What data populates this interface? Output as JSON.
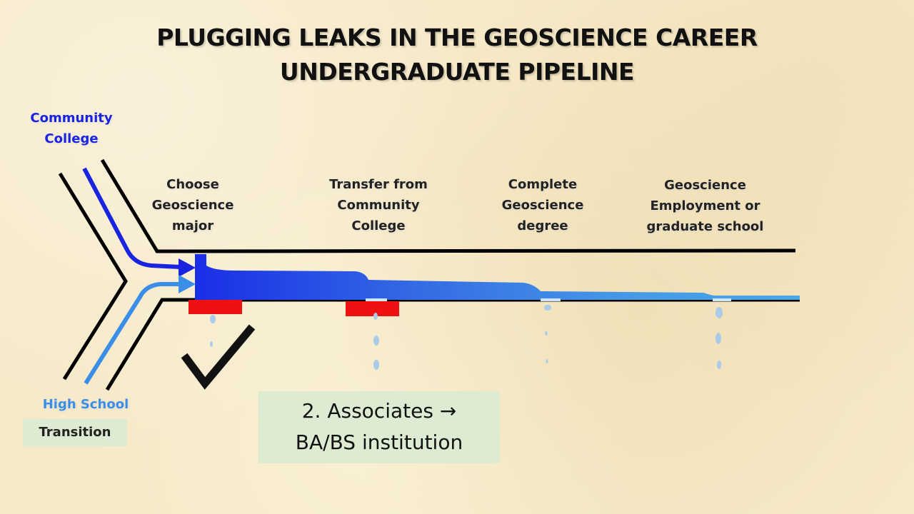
{
  "title": {
    "line1": "PLUGGING LEAKS IN THE GEOSCIENCE CAREER",
    "line2": "UNDERGRADUATE PIPELINE"
  },
  "inputs": {
    "community_college": {
      "line1": "Community",
      "line2": "College",
      "color": "#1a24e0"
    },
    "high_school": {
      "label": "High School",
      "color": "#3a8ee8"
    }
  },
  "stages": [
    {
      "lines": [
        "Choose",
        "Geoscience",
        "major"
      ]
    },
    {
      "lines": [
        "Transfer from",
        "Community",
        "College"
      ]
    },
    {
      "lines": [
        "Complete",
        "Geoscience",
        "degree"
      ]
    },
    {
      "lines": [
        "Geoscience",
        "Employment or",
        "graduate school"
      ]
    }
  ],
  "transition_label": "Transition",
  "callout": {
    "line1": "2. Associates →",
    "line2": "BA/BS institution"
  },
  "colors": {
    "plug": "#ee1111",
    "pipe_wall": "#000000",
    "flow_dark": "#1a2ee6",
    "flow_light": "#49a8e8"
  }
}
